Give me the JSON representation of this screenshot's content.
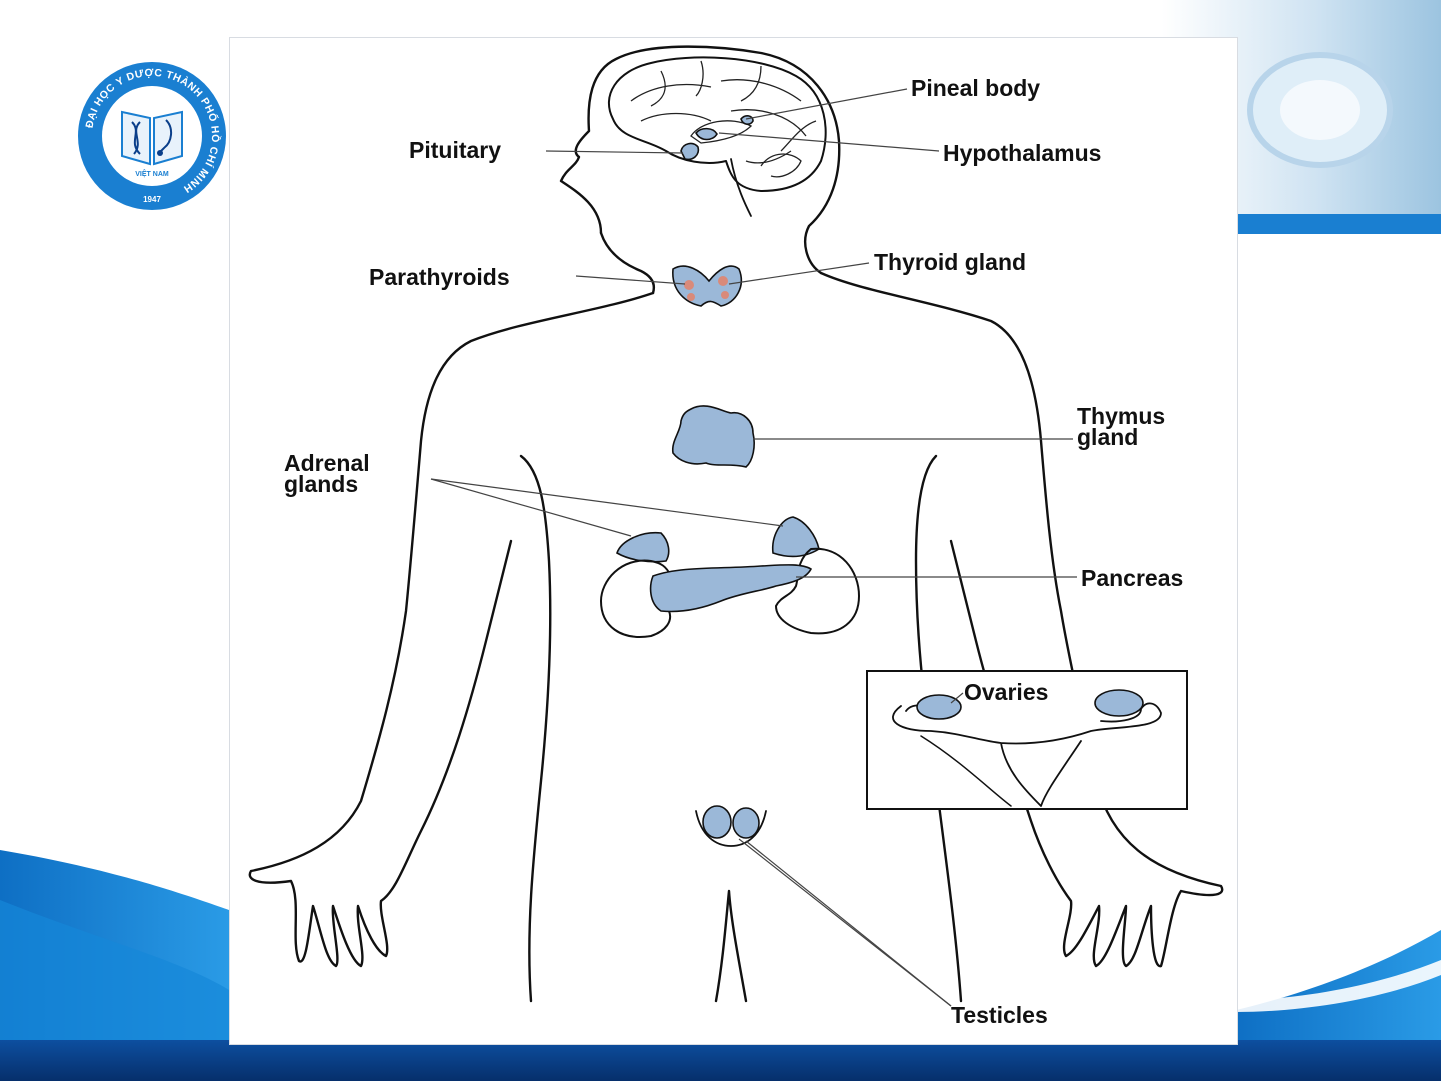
{
  "logo": {
    "ring_text": "ĐẠI HỌC Y DƯỢC THÀNH PHỐ HỒ CHÍ MINH",
    "country": "VIỆT NAM",
    "year": "1947"
  },
  "colors": {
    "brand_blue": "#1a7fd1",
    "deep_blue": "#0b3f8a",
    "gland_fill": "#9bb8d8",
    "parathyroid": "#d98a7a"
  },
  "diagram": {
    "labels": {
      "pineal": "Pineal body",
      "pituitary": "Pituitary",
      "hypothalamus": "Hypothalamus",
      "parathyroids": "Parathyroids",
      "thyroid": "Thyroid gland",
      "thymus_line1": "Thymus",
      "thymus_line2": "gland",
      "adrenal_line1": "Adrenal",
      "adrenal_line2": "glands",
      "pancreas": "Pancreas",
      "ovaries": "Ovaries",
      "testicles": "Testicles"
    }
  }
}
